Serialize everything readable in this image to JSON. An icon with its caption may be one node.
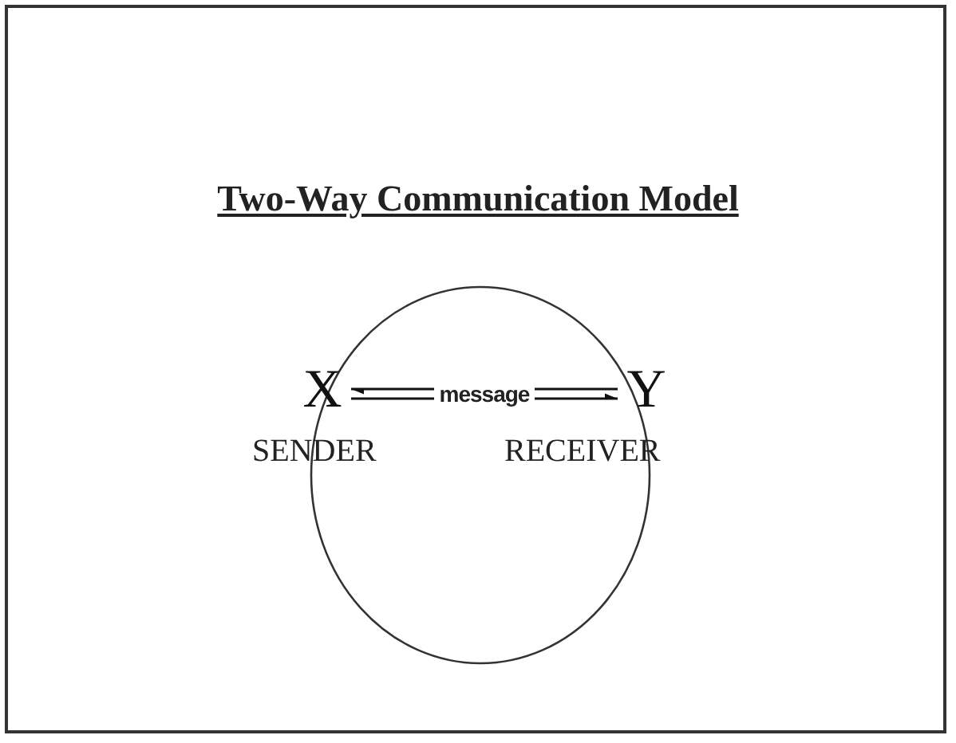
{
  "diagram": {
    "title": "Two-Way Communication Model",
    "nodes": [
      {
        "text": [
          "X"
        ],
        "beside": [
          "SENDER"
        ]
      },
      {
        "text": [
          "Y"
        ],
        "beside": [
          "RECEIVER"
        ]
      }
    ],
    "edges": [
      {
        "from": 1,
        "to": 0,
        "arrow": "to"
      },
      {
        "from": 0,
        "to": 1,
        "arrow": "to",
        "label": "message"
      }
    ]
  }
}
